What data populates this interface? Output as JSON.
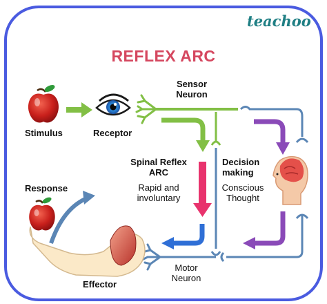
{
  "brand": {
    "name": "teachoo",
    "color": "#1f7f84"
  },
  "title": {
    "text": "REFLEX ARC",
    "color": "#d5475f"
  },
  "labels": {
    "sensor_neuron": "Sensor\nNeuron",
    "stimulus": "Stimulus",
    "receptor": "Receptor",
    "spinal_reflex": "Spinal Reflex\nARC",
    "rapid": "Rapid and\ninvoluntary",
    "decision": "Decision\nmaking",
    "conscious": "Conscious\nThought",
    "response": "Response",
    "effector": "Effector",
    "motor_neuron": "Motor\nNeuron"
  },
  "colors": {
    "frame_border": "#4a5be0",
    "green": "#82bf45",
    "pink": "#e8336d",
    "blue": "#2f6fd6",
    "purple": "#8a4ab8",
    "arrow_steel_blue": "#5b86b5"
  },
  "icons": [
    "apple-icon",
    "eye-icon",
    "brain-head-icon",
    "arm-icon",
    "dendrite-icon"
  ]
}
